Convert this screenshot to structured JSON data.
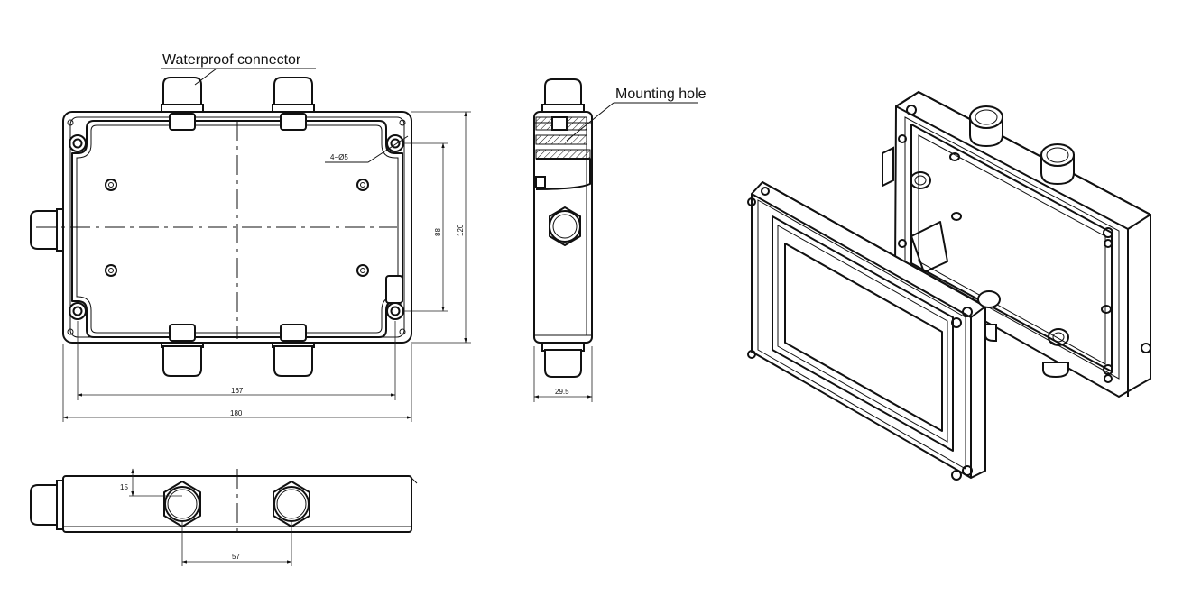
{
  "callouts": {
    "waterproof": "Waterproof connector",
    "mounting": "Mounting hole"
  },
  "dimensions": {
    "width_outer": "180",
    "width_holes": "167",
    "height_outer": "120",
    "height_holes": "88",
    "depth": "29.5",
    "connector_spacing": "57",
    "connector_offset": "15",
    "hole_spec": "4−Ø5"
  }
}
